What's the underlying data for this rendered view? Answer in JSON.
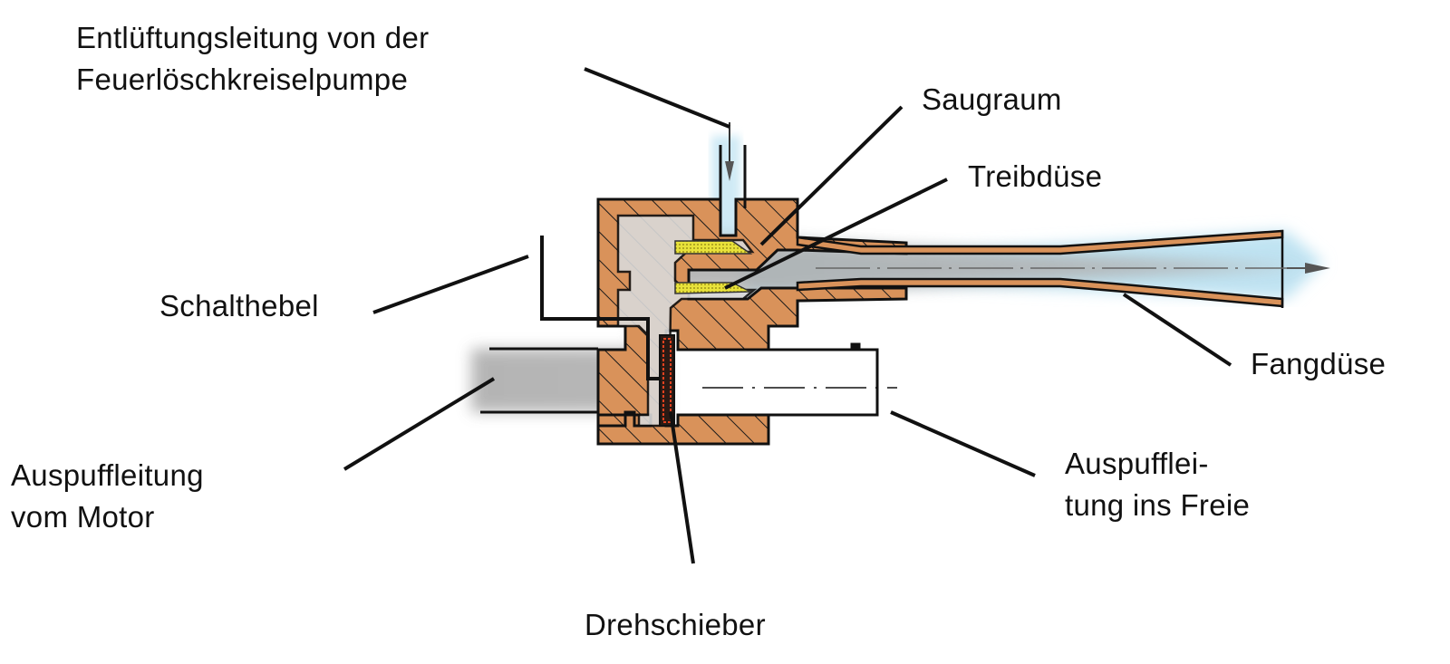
{
  "diagram": {
    "title": "Gasstrahler (Abgasejektor) – Schnittdarstellung",
    "colors": {
      "housing": "#d9925a",
      "hatch": "#1a1a1a",
      "outline": "#111111",
      "exhaust_gas": "#a8a8a8",
      "air_flow": "#bfe3f2",
      "nozzle": "#e8e23a",
      "slider": "#e0411f"
    },
    "labels": {
      "entlueftung_line1": "Entlüftungsleitung von der",
      "entlueftung_line2": "Feuerlöschkreiselpumpe",
      "saugraum": "Saugraum",
      "treibduese": "Treibdüse",
      "schalthebel": "Schalthebel",
      "fangduese": "Fangdüse",
      "auspuff_motor_line1": "Auspuffleitung",
      "auspuff_motor_line2": "vom Motor",
      "auspuff_freie_line1": "Auspufflei-",
      "auspuff_freie_line2": "tung ins Freie",
      "drehschieber": "Drehschieber"
    }
  }
}
